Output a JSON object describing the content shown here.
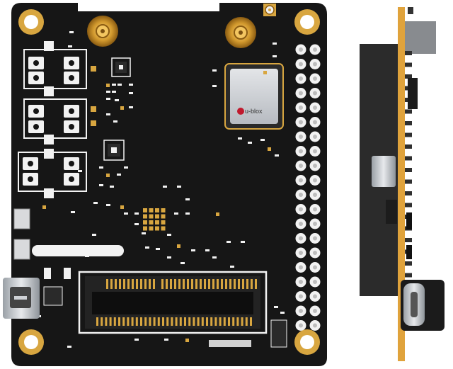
{
  "photo": {
    "front_view": {
      "gnss_module": {
        "brand_text": "u-blox",
        "logo": "u-blox-logo"
      },
      "connectors": [
        "sma-antenna-connector",
        "sma-antenna-connector",
        "u-fl-antenna-connector",
        "micro-usb-port",
        "m2-slot"
      ],
      "header": "gpio-pin-header"
    },
    "side_view": {
      "parts": [
        "pcb-edge",
        "gpio-header-profile",
        "usb-c-port"
      ]
    }
  },
  "colors": {
    "board": "#1a1a1a",
    "silkscreen": "#f2f2f2",
    "gold": "#d8a640",
    "pcb_edge": "#e0a33c",
    "module_shield": "#c4c7cc",
    "background": "#ffffff"
  }
}
